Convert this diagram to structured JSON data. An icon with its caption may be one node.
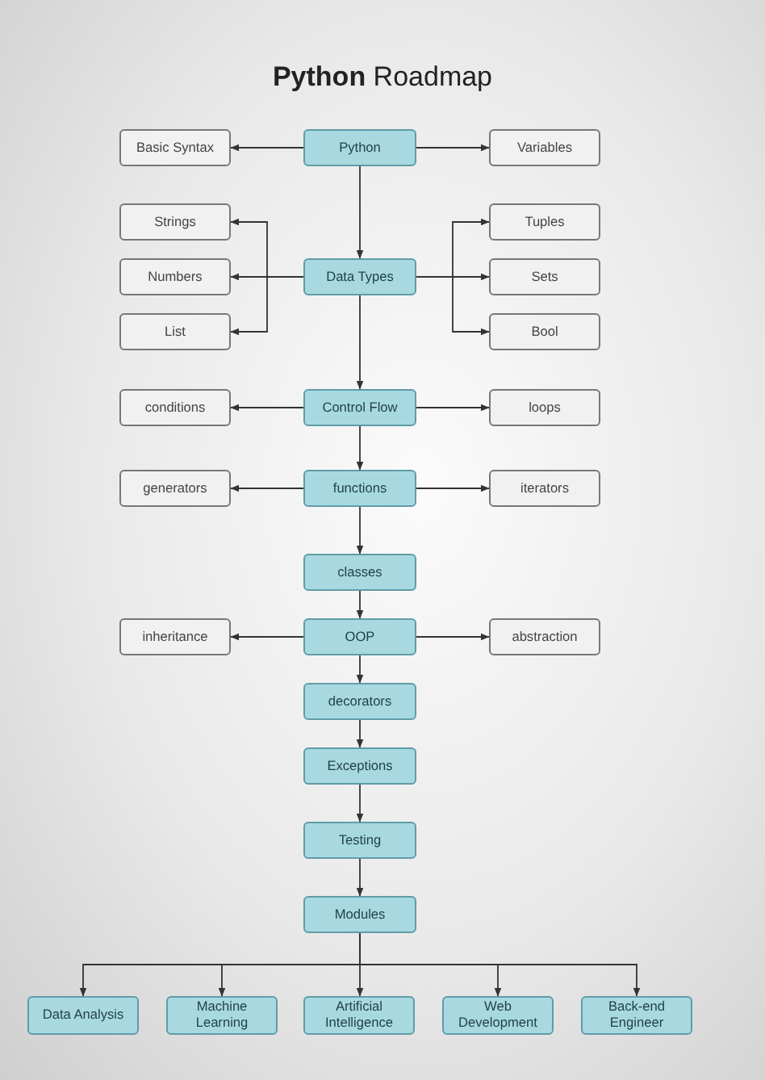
{
  "diagram": {
    "title": "**Python** Roadmap",
    "nodes": [
      {
        "text": [
          "Basic Syntax"
        ]
      },
      {
        "text": [
          "Python"
        ]
      },
      {
        "text": [
          "Variables"
        ]
      },
      {
        "text": [
          "Strings"
        ]
      },
      {
        "text": [
          "Tuples"
        ]
      },
      {
        "text": [
          "Numbers"
        ]
      },
      {
        "text": [
          "Data Types"
        ]
      },
      {
        "text": [
          "Sets"
        ]
      },
      {
        "text": [
          "List"
        ]
      },
      {
        "text": [
          "Bool"
        ]
      },
      {
        "text": [
          "conditions"
        ]
      },
      {
        "text": [
          "Control Flow"
        ]
      },
      {
        "text": [
          "loops"
        ]
      },
      {
        "text": [
          "generators"
        ]
      },
      {
        "text": [
          "functions"
        ]
      },
      {
        "text": [
          "iterators"
        ]
      },
      {
        "text": [
          "classes"
        ]
      },
      {
        "text": [
          "inheritance"
        ]
      },
      {
        "text": [
          "OOP"
        ]
      },
      {
        "text": [
          "abstraction"
        ]
      },
      {
        "text": [
          "decorators"
        ]
      },
      {
        "text": [
          "Exceptions"
        ]
      },
      {
        "text": [
          "Testing"
        ]
      },
      {
        "text": [
          "Modules"
        ]
      },
      {
        "text": [
          "Data Analysis"
        ]
      },
      {
        "text": [
          "Machine Learning"
        ]
      },
      {
        "text": [
          "Artificial Intelligence"
        ]
      },
      {
        "text": [
          "Web Development"
        ]
      },
      {
        "text": [
          "Back-end Engineer"
        ]
      }
    ],
    "edges": [
      {
        "from": 1,
        "to": 0,
        "arrow": "to"
      },
      {
        "from": 1,
        "to": 2,
        "arrow": "to"
      },
      {
        "from": 1,
        "to": 6,
        "arrow": "to"
      },
      {
        "from": 6,
        "to": 3,
        "arrow": "to"
      },
      {
        "from": 6,
        "to": 5,
        "arrow": "to"
      },
      {
        "from": 6,
        "to": 8,
        "arrow": "to"
      },
      {
        "from": 6,
        "to": 4,
        "arrow": "to"
      },
      {
        "from": 6,
        "to": 7,
        "arrow": "to"
      },
      {
        "from": 6,
        "to": 9,
        "arrow": "to"
      },
      {
        "from": 6,
        "to": 11,
        "arrow": "to"
      },
      {
        "from": 11,
        "to": 10,
        "arrow": "to"
      },
      {
        "from": 11,
        "to": 12,
        "arrow": "to"
      },
      {
        "from": 11,
        "to": 14,
        "arrow": "to"
      },
      {
        "from": 14,
        "to": 13,
        "arrow": "to"
      },
      {
        "from": 14,
        "to": 15,
        "arrow": "to"
      },
      {
        "from": 14,
        "to": 16,
        "arrow": "to"
      },
      {
        "from": 16,
        "to": 18,
        "arrow": "to"
      },
      {
        "from": 18,
        "to": 17,
        "arrow": "to"
      },
      {
        "from": 18,
        "to": 19,
        "arrow": "to"
      },
      {
        "from": 18,
        "to": 20,
        "arrow": "to"
      },
      {
        "from": 20,
        "to": 21,
        "arrow": "to"
      },
      {
        "from": 21,
        "to": 22,
        "arrow": "to"
      },
      {
        "from": 22,
        "to": 23,
        "arrow": "to"
      },
      {
        "from": 23,
        "to": 24,
        "arrow": "to"
      },
      {
        "from": 23,
        "to": 25,
        "arrow": "to"
      },
      {
        "from": 23,
        "to": 26,
        "arrow": "to"
      },
      {
        "from": 23,
        "to": 27,
        "arrow": "to"
      },
      {
        "from": 23,
        "to": 28,
        "arrow": "to"
      }
    ]
  }
}
